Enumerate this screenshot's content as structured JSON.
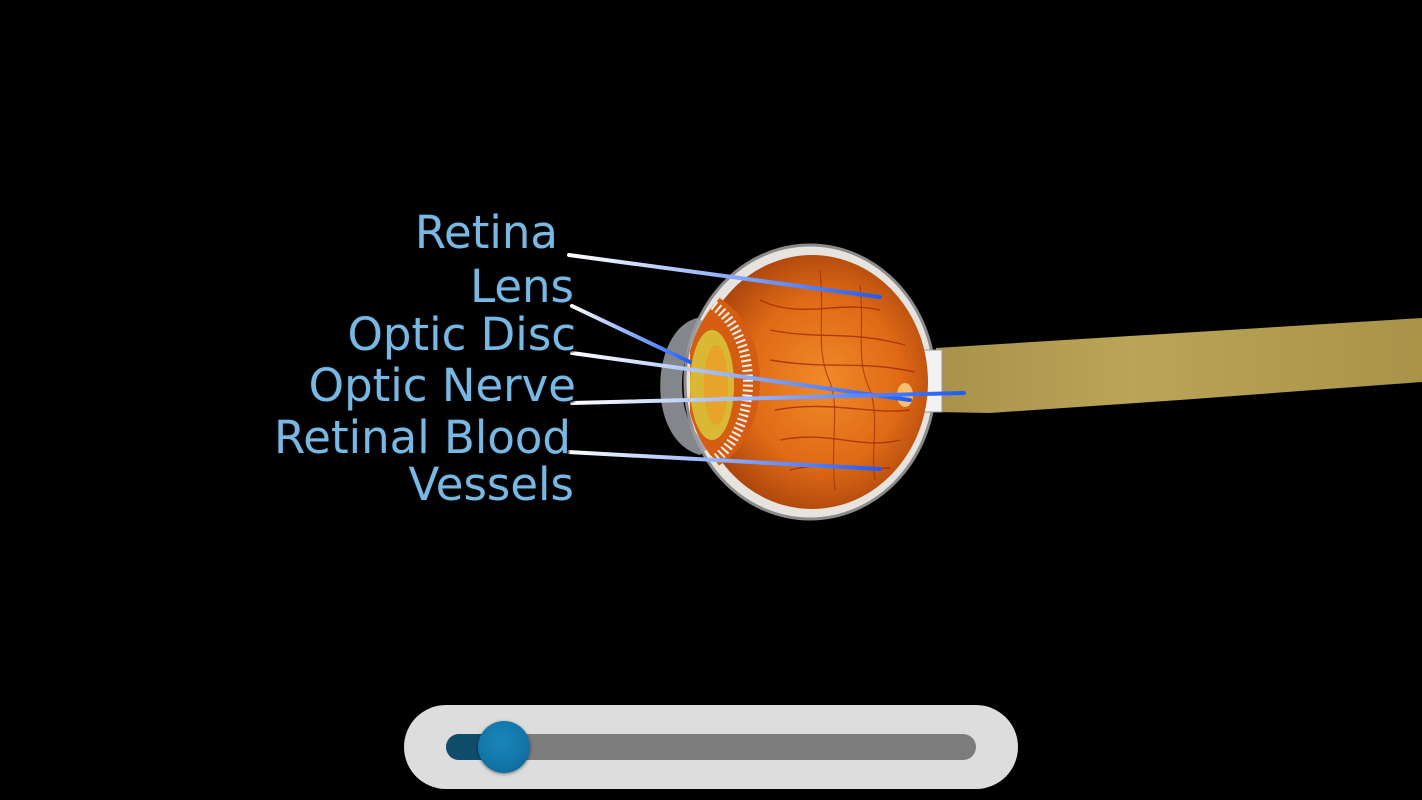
{
  "labels": {
    "retina": "Retina",
    "lens": "Lens",
    "optic_disc": "Optic Disc",
    "optic_nerve": "Optic Nerve",
    "retinal_blood_1": "Retinal Blood",
    "retinal_blood_2": "Vessels"
  },
  "colors": {
    "background": "#000000",
    "label_text": "#7ab8e4",
    "pointer_line": "#1f5cf5",
    "optic_nerve_fill": "#b09a4c",
    "eye_interior": "#e5771c",
    "slider_panel": "#dddddd",
    "slider_track": "#7c7c7c",
    "slider_fill": "#0f4d6b",
    "slider_thumb": "#1274a6"
  },
  "slider": {
    "value_fraction": 0.11
  }
}
